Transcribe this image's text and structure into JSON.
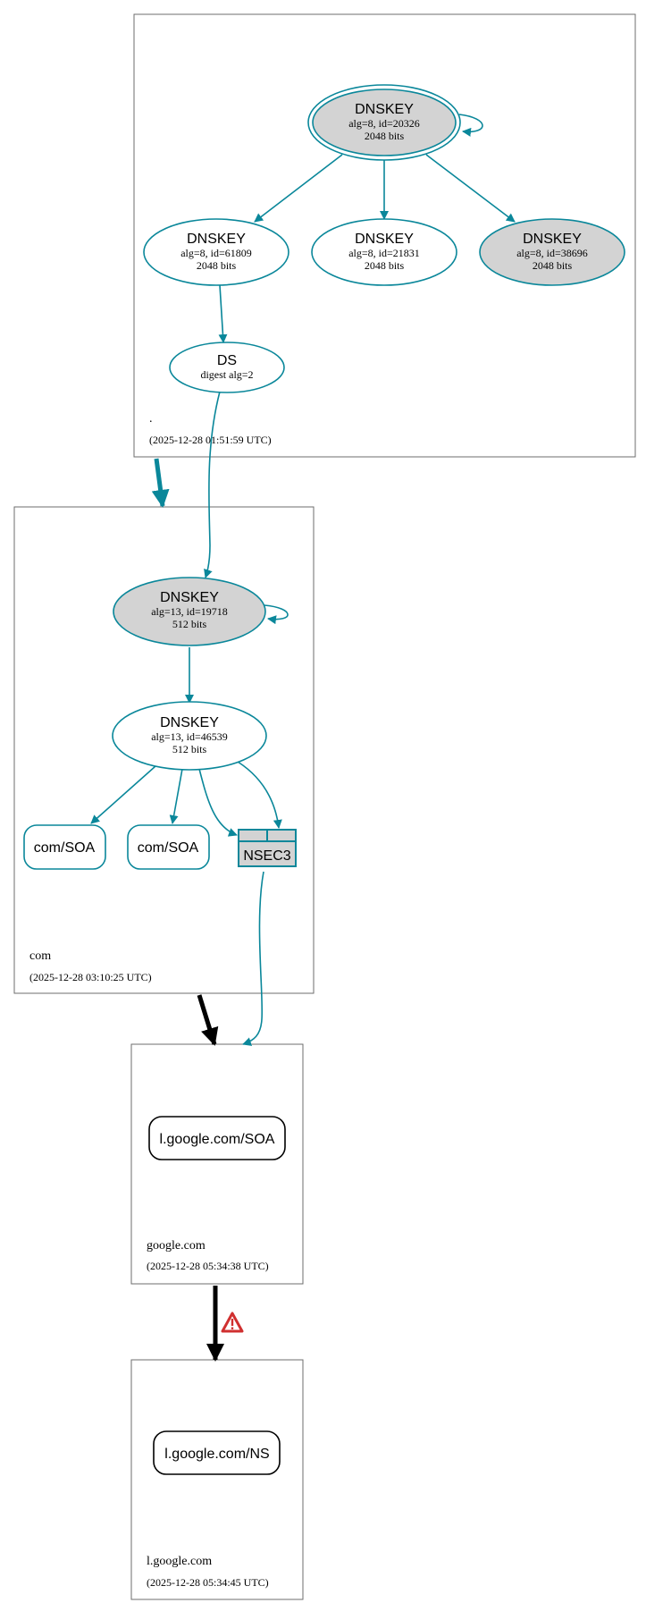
{
  "colors": {
    "secure": "#0a879a",
    "insecure": "#000000",
    "zone_border": "#6e6e6e",
    "sep_fill": "#d3d3d3",
    "warning": "#d03030"
  },
  "zones": {
    "root": {
      "name": ".",
      "timestamp": "(2025-12-28 01:51:59 UTC)"
    },
    "com": {
      "name": "com",
      "timestamp": "(2025-12-28 03:10:25 UTC)"
    },
    "google": {
      "name": "google.com",
      "timestamp": "(2025-12-28 05:34:38 UTC)"
    },
    "lgoogle": {
      "name": "l.google.com",
      "timestamp": "(2025-12-28 05:34:45 UTC)"
    }
  },
  "nodes": {
    "root_ksk": {
      "title": "DNSKEY",
      "line1": "alg=8, id=20326",
      "line2": "2048 bits",
      "sep": true,
      "trust_anchor": true
    },
    "root_zsk1": {
      "title": "DNSKEY",
      "line1": "alg=8, id=61809",
      "line2": "2048 bits",
      "sep": false
    },
    "root_zsk2": {
      "title": "DNSKEY",
      "line1": "alg=8, id=21831",
      "line2": "2048 bits",
      "sep": false
    },
    "root_ksk2": {
      "title": "DNSKEY",
      "line1": "alg=8, id=38696",
      "line2": "2048 bits",
      "sep": true
    },
    "com_ds": {
      "title": "DS",
      "line1": "digest alg=2"
    },
    "com_ksk": {
      "title": "DNSKEY",
      "line1": "alg=13, id=19718",
      "line2": "512 bits",
      "sep": true
    },
    "com_zsk": {
      "title": "DNSKEY",
      "line1": "alg=13, id=46539",
      "line2": "512 bits",
      "sep": false
    },
    "com_soa1": {
      "label": "com/SOA"
    },
    "com_soa2": {
      "label": "com/SOA"
    },
    "com_nsec3": {
      "label": "NSEC3"
    },
    "google_soa": {
      "label": "l.google.com/SOA"
    },
    "lgoogle_ns": {
      "label": "l.google.com/NS"
    }
  },
  "icons": {
    "delegation_warning": "warning-triangle-icon"
  }
}
